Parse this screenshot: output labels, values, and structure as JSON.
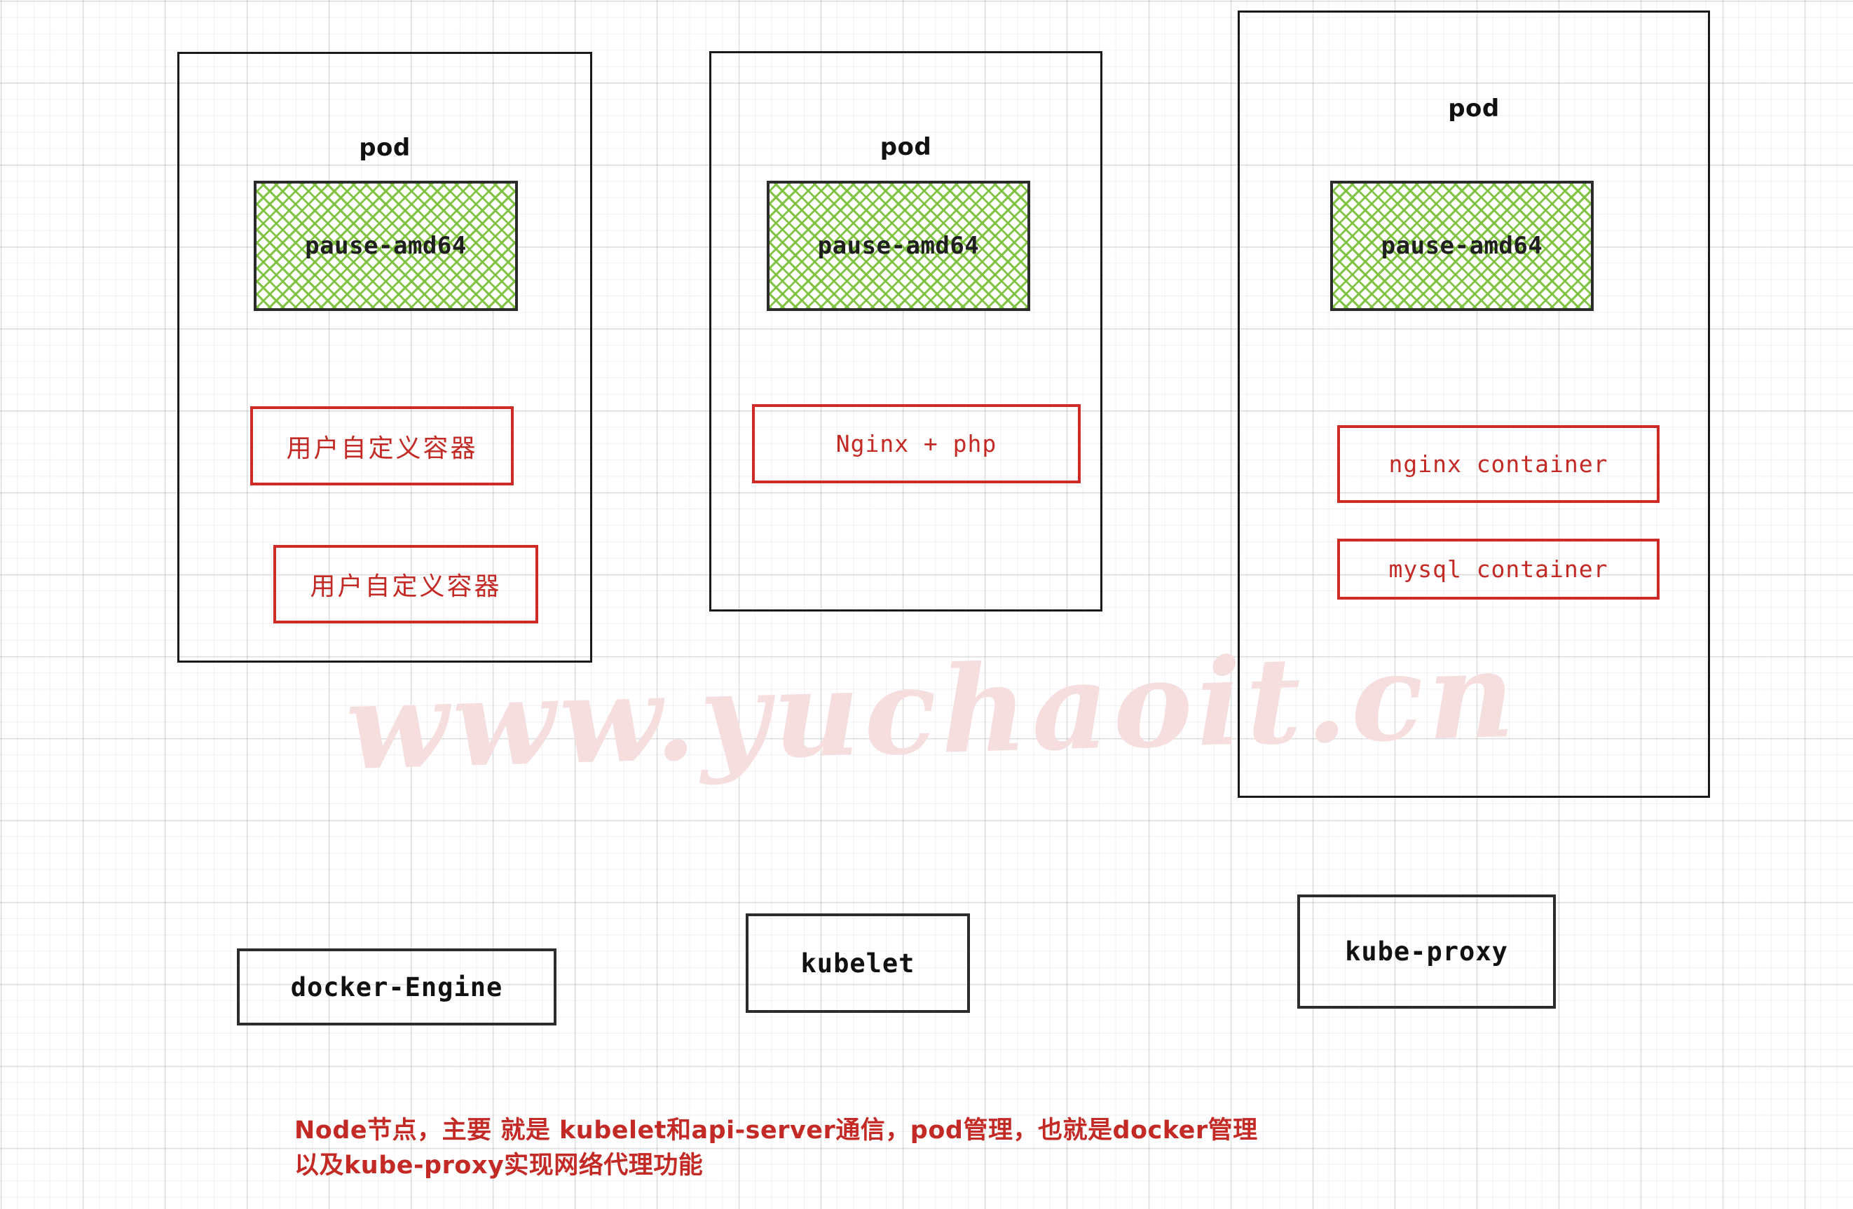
{
  "watermark": {
    "text": "www.yuchaoit.cn",
    "color": "#f7dede"
  },
  "colors": {
    "pod_border": "#1a1a1a",
    "pause_fill": "#7cc13d",
    "pause_border": "#2b2b2b",
    "red": "#c42a25",
    "black": "#111111",
    "grid": "#e8e8e8"
  },
  "pods": [
    {
      "label": "pod",
      "pause": {
        "label": "pause-amd64"
      },
      "containers": [
        {
          "label": "用户自定义容器",
          "style": "cjk"
        },
        {
          "label": "用户自定义容器",
          "style": "cjk"
        }
      ]
    },
    {
      "label": "pod",
      "pause": {
        "label": "pause-amd64"
      },
      "containers": [
        {
          "label": "Nginx + php",
          "style": "mono"
        }
      ]
    },
    {
      "label": "pod",
      "pause": {
        "label": "pause-amd64"
      },
      "containers": [
        {
          "label": "nginx container",
          "style": "mono"
        },
        {
          "label": "mysql container",
          "style": "mono"
        }
      ]
    }
  ],
  "components": [
    {
      "label": "docker-Engine"
    },
    {
      "label": "kubelet"
    },
    {
      "label": "kube-proxy"
    }
  ],
  "note": {
    "line1": "Node节点，主要 就是 kubelet和api-server通信，pod管理，也就是docker管理",
    "line2": "以及kube-proxy实现网络代理功能"
  }
}
